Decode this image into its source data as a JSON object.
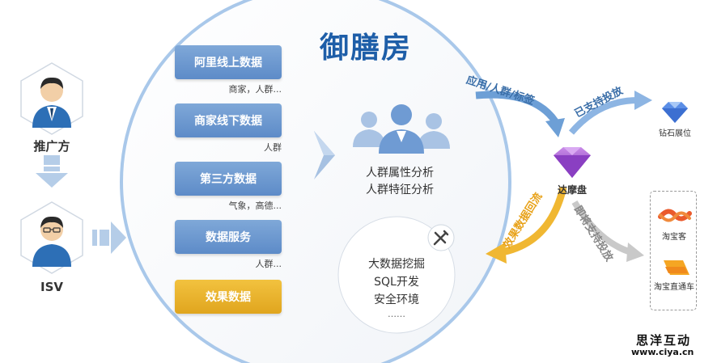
{
  "roles": {
    "promoter": "推广方",
    "isv": "ISV"
  },
  "brand": "御膳房",
  "data_sources": [
    {
      "label": "阿里线上数据",
      "sub": "商家，人群..."
    },
    {
      "label": "商家线下数据",
      "sub": "人群"
    },
    {
      "label": "第三方数据",
      "sub": "气象，高德..."
    },
    {
      "label": "数据服务",
      "sub": "人群..."
    },
    {
      "label": "效果数据",
      "sub": ""
    }
  ],
  "analysis": {
    "line1": "人群属性分析",
    "line2": "人群特征分析"
  },
  "security": {
    "line1": "大数据挖掘",
    "line2": "SQL开发",
    "line3": "安全环境",
    "line4": "……"
  },
  "flow": {
    "to_damo": "应用/人群/标签",
    "supported": "已支持投放",
    "upcoming": "即将支持投放",
    "feedback": "效果数据回流"
  },
  "damo": "达摩盘",
  "channels": {
    "diamond": "钻石展位",
    "taobaoke": "淘宝客",
    "ztc": "淘宝直通车"
  },
  "watermark": {
    "name": "思洋互动",
    "url": "www.ciya.cn"
  },
  "colors": {
    "blue": "#5d8bc8",
    "gold": "#e8ad25",
    "brand": "#1e5ea8",
    "purple": "#8a3fc2"
  }
}
